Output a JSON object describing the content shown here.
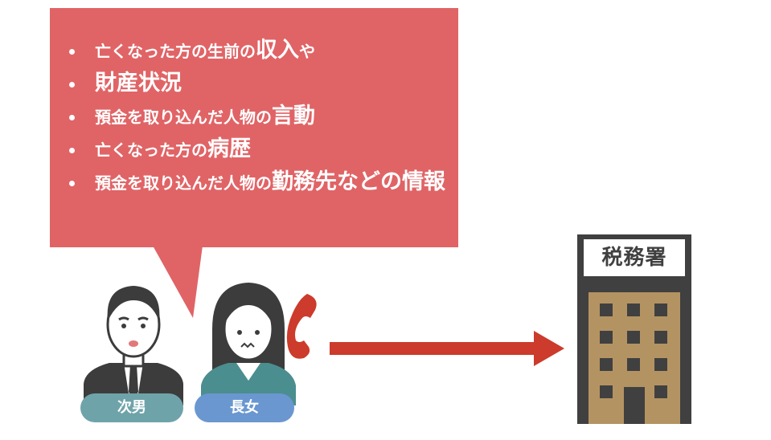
{
  "bubble": {
    "items": [
      {
        "normal": "亡くなった方の生前の",
        "emphasis": "収入",
        "after": "や"
      },
      {
        "normal": "",
        "emphasis": "財産状況",
        "after": ""
      },
      {
        "normal": "預金を取り込んだ人物の",
        "emphasis": "言動",
        "after": ""
      },
      {
        "normal": "亡くなった方の",
        "emphasis": "病歴",
        "after": ""
      },
      {
        "normal": "預金を取り込んだ人物の",
        "emphasis": "勤務先などの情報",
        "after": ""
      }
    ],
    "color": "#e06466"
  },
  "people": {
    "second_son": {
      "label": "次男",
      "label_color": "#6fa3aa"
    },
    "eldest_daughter": {
      "label": "長女",
      "label_color": "#6a97d0"
    }
  },
  "arrow_color": "#cc3b2b",
  "phone_icon": "phone-icon",
  "tax_office": {
    "label": "税務署",
    "body_color": "#b49363",
    "frame_color": "#404040"
  }
}
